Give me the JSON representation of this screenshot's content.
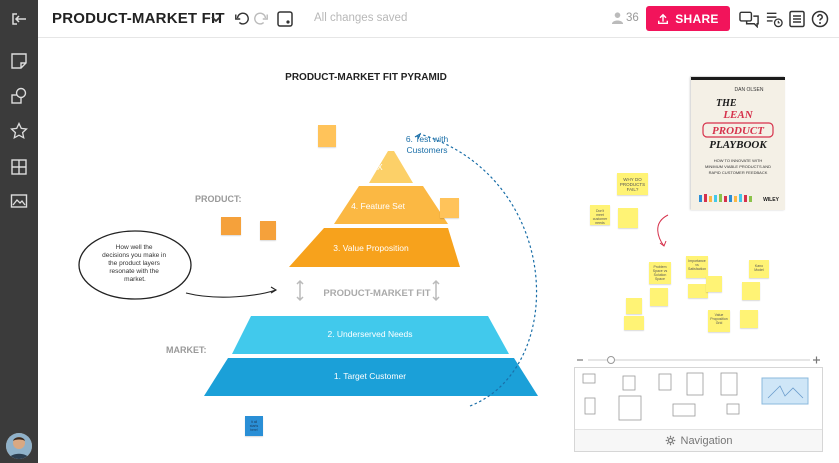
{
  "app": {
    "title": "PRODUCT-MARKET FIT",
    "saved_status": "All changes saved",
    "user_count": "36",
    "share_label": "SHARE"
  },
  "diagram": {
    "heading": "PRODUCT-MARKET FIT PYRAMID",
    "product_label": "PRODUCT:",
    "market_label": "MARKET:",
    "pmf_label": "PRODUCT-MARKET FIT",
    "test_label_1": "6. Test with",
    "test_label_2": "Customers",
    "layers": {
      "ux": "5. UX",
      "feature_set": "4. Feature Set",
      "value_prop": "3. Value Proposition",
      "underserved": "2. Underserved Needs",
      "target": "1. Target Customer"
    },
    "bubble": [
      "How well the",
      "decisions you make in",
      "the product layers",
      "resonate with the",
      "market."
    ],
    "colors": {
      "ux": "#fcd068",
      "feature_set": "#fbb843",
      "value_prop": "#f7a21c",
      "underserved": "#41c9ec",
      "target": "#1ba0d8"
    }
  },
  "book": {
    "author": "DAN OLSEN",
    "title_1": "THE",
    "title_2": "LEAN",
    "title_3": "PRODUCT",
    "title_4": "PLAYBOOK",
    "subtitle_1": "HOW TO INNOVATE WITH",
    "subtitle_2": "MINIMUM VIABLE PRODUCTS AND",
    "subtitle_3": "RAPID CUSTOMER FEEDBACK",
    "publisher": "WILEY"
  },
  "notes": {
    "why_fail": "WHY DO PRODUCTS FAIL?",
    "dont_meet": "Don't meet customer needs",
    "problem_space": "Problem Space vs Solution Space",
    "importance": "Importance vs Satisfaction",
    "kano": "Kano Model",
    "value_prop_grid": "Value Proposition Grid",
    "blue_note": "It all starts here!"
  },
  "navigation": {
    "label": "Navigation"
  }
}
